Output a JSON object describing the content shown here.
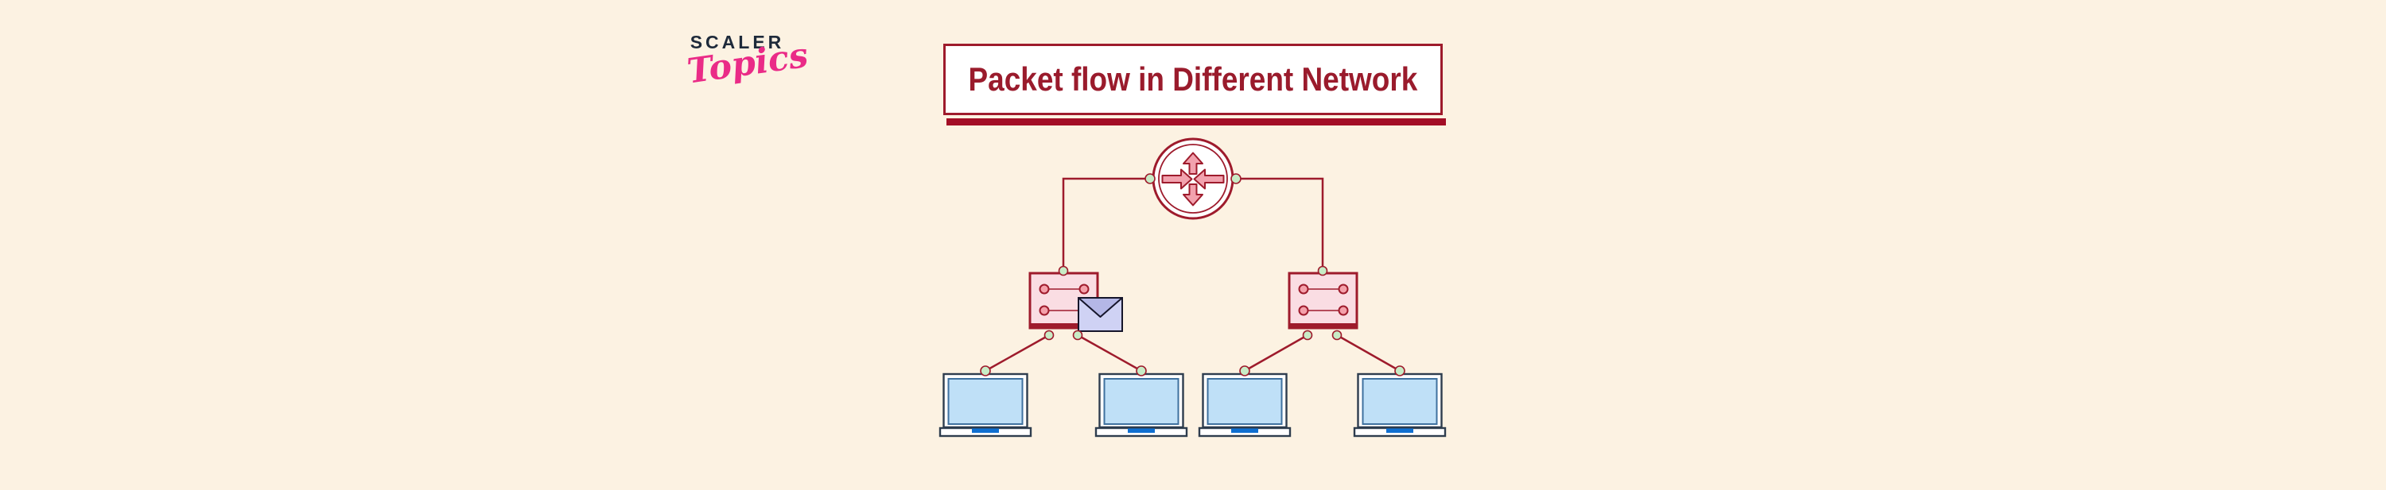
{
  "logo": {
    "brand": "SCALER",
    "product": "Topics"
  },
  "title": {
    "text": "Packet flow in Different Network"
  },
  "diagram": {
    "nodes": [
      {
        "icon": "router-icon",
        "type": "router"
      },
      {
        "icon": "network-switch-icon",
        "type": "switch-left"
      },
      {
        "icon": "network-switch-icon",
        "type": "switch-right"
      },
      {
        "icon": "mail-envelope-icon",
        "type": "packet"
      },
      {
        "icon": "laptop-icon",
        "type": "computer-1"
      },
      {
        "icon": "laptop-icon",
        "type": "computer-2"
      },
      {
        "icon": "laptop-icon",
        "type": "computer-3"
      },
      {
        "icon": "laptop-icon",
        "type": "computer-4"
      }
    ],
    "router_count": 1,
    "switch_count": 2,
    "laptop_count": 4,
    "envelope_count": 1,
    "connector_dot_count": 12
  },
  "colors": {
    "background": "#fcf2e2",
    "dark_red": "#9e1b2c",
    "bar_red": "#a30e26",
    "title_text_color": "#9a1b2c",
    "title_bg": "#ffffff",
    "pink_fill": "#fadde3",
    "pink_arrow": "#f2a2ae",
    "port_pink": "#f4a0aa",
    "green_dot": "#c8ecc6",
    "envelope_fill": "#cfd2f4",
    "envelope_flap": "#b4b7e6",
    "envelope_stroke": "#15152a",
    "laptop_frame": "#ffffff",
    "laptop_frame_stroke": "#2e3d4e",
    "laptop_screen": "#bfe0f7",
    "laptop_screen_stroke": "#3f719f",
    "trackpad_blue": "#0f6fd1",
    "logo_navy": "#1e2a3a",
    "logo_pink": "#ea2b87"
  }
}
